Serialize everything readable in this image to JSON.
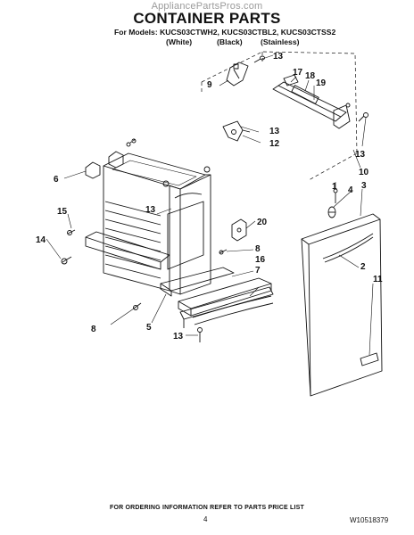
{
  "watermark": "AppliancePartsPros.com",
  "title": "CONTAINER PARTS",
  "models_line": "For Models: KUCS03CTWH2, KUCS03CTBL2, KUCS03CTSS2",
  "variants": [
    "(White)",
    "(Black)",
    "(Stainless)"
  ],
  "callouts": {
    "c1": "1",
    "c2": "2",
    "c3": "3",
    "c4": "4",
    "c5": "5",
    "c6": "6",
    "c7": "7",
    "c8a": "8",
    "c8b": "8",
    "c9": "9",
    "c10": "10",
    "c11": "11",
    "c12": "12",
    "c13a": "13",
    "c13b": "13",
    "c13c": "13",
    "c13d": "13",
    "c13e": "13",
    "c14": "14",
    "c15": "15",
    "c16": "16",
    "c17": "17",
    "c18": "18",
    "c19": "19",
    "c20": "20"
  },
  "footer": "FOR ORDERING INFORMATION REFER TO PARTS PRICE LIST",
  "page_number": "4",
  "doc_number": "W10518379"
}
